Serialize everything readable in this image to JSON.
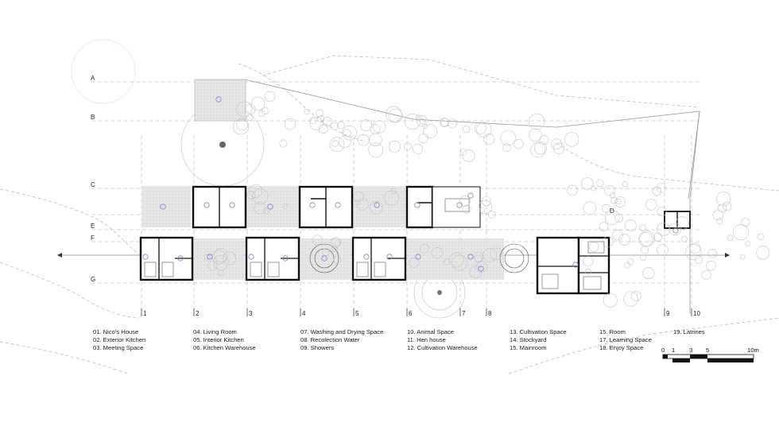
{
  "grid_rows": [
    "A",
    "B",
    "C",
    "D",
    "E",
    "F",
    "G"
  ],
  "grid_cols": [
    "1",
    "2",
    "3",
    "4",
    "5",
    "6",
    "7",
    "8",
    "9",
    "10"
  ],
  "legend": {
    "col1": [
      "01. Nico's House",
      "02. Exterior Kitchen",
      "03. Meeting Space"
    ],
    "col2": [
      "04. Living Room",
      "05. Interior Kitchen",
      "06. Kitchen Warehouse"
    ],
    "col3": [
      "07. Washing and Drying Space",
      "08. Recolection Water",
      "09. Showers"
    ],
    "col4": [
      "10. Animal Space",
      "11. Hen house",
      "12. Cultivation Warehouse"
    ],
    "col5": [
      "13. Cultivation Space",
      "14. Stockyard",
      "15. Mainroom"
    ],
    "col6": [
      "15. Room",
      "17. Learning Space",
      "18. Enjoy Space"
    ],
    "col7": [
      "19. Latrines"
    ]
  },
  "scale": {
    "labels": [
      "0",
      "1",
      "3",
      "5",
      "10m"
    ]
  },
  "colors": {
    "line": "#111111",
    "dash": "#9a9a9a",
    "hatch": "#e2e2e2",
    "tree": "#bdbdbd",
    "tag": "#6f86c9"
  }
}
